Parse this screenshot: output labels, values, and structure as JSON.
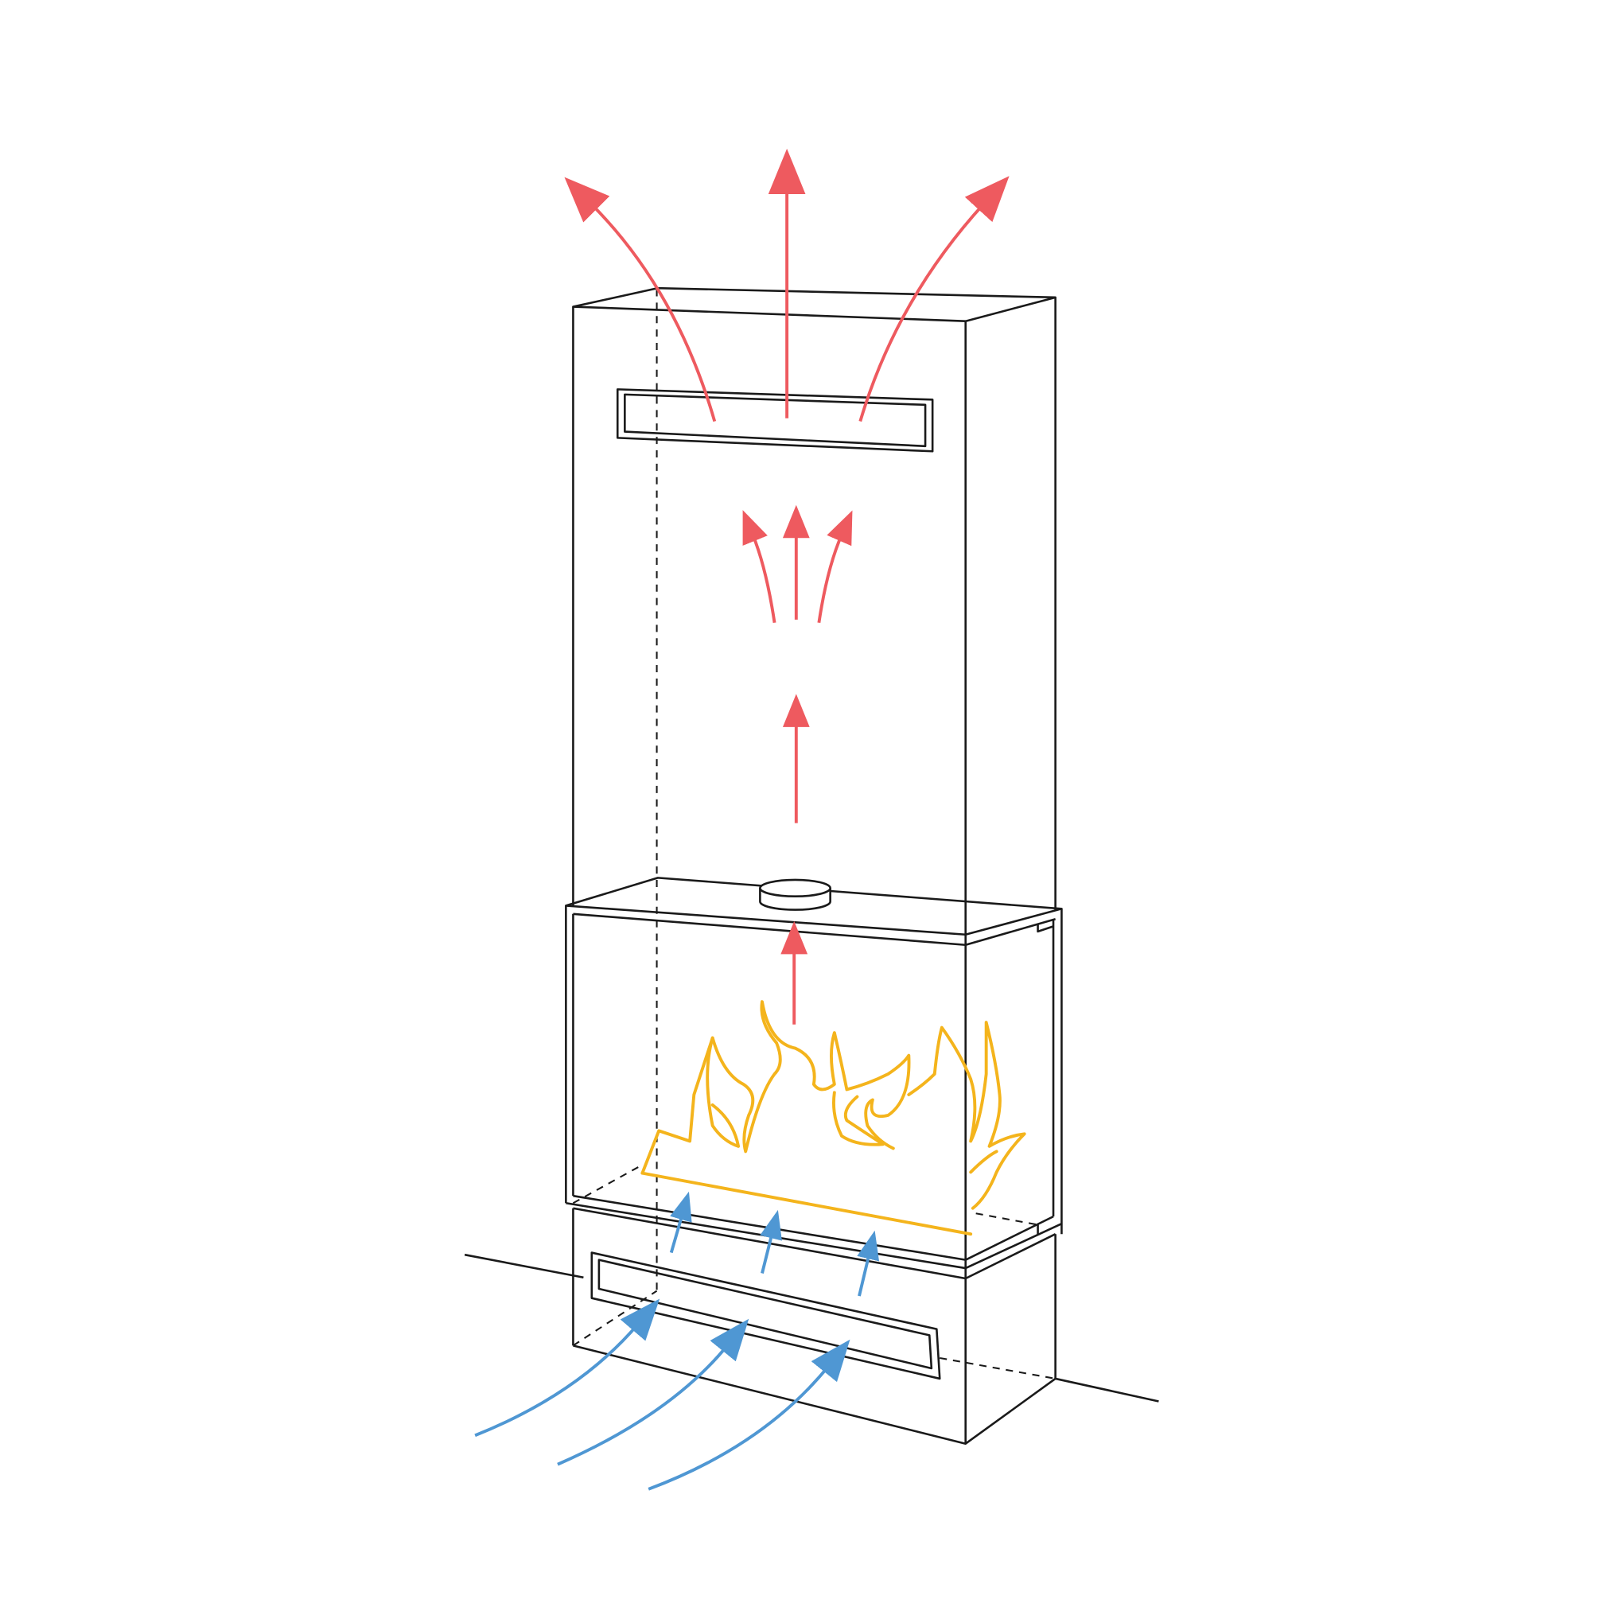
{
  "diagram": {
    "colors": {
      "outline": "#1a1a1a",
      "warm_air": "#ee5a5f",
      "cool_air": "#4f97d3",
      "flame": "#f4b41c",
      "background": "#ffffff"
    },
    "icons": [
      "fireplace-cabinet",
      "upper-vent",
      "lower-vent",
      "flame",
      "warm-air-arrow",
      "cool-air-arrow"
    ]
  }
}
